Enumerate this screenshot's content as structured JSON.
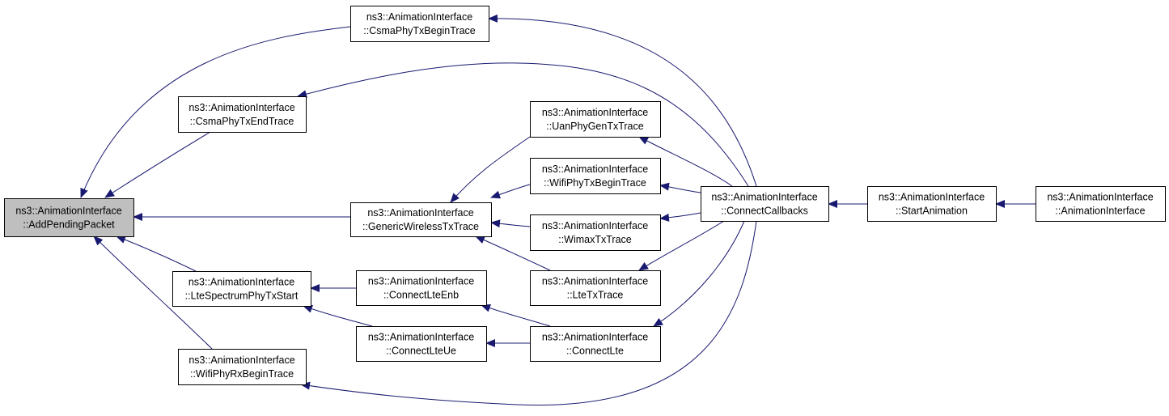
{
  "nodes": [
    {
      "id": "add",
      "line1": "ns3::AnimationInterface",
      "line2": "::AddPendingPacket",
      "root": true
    },
    {
      "id": "csmabegin",
      "line1": "ns3::AnimationInterface",
      "line2": "::CsmaPhyTxBeginTrace"
    },
    {
      "id": "csmaend",
      "line1": "ns3::AnimationInterface",
      "line2": "::CsmaPhyTxEndTrace"
    },
    {
      "id": "generic",
      "line1": "ns3::AnimationInterface",
      "line2": "::GenericWirelessTxTrace"
    },
    {
      "id": "ltespec",
      "line1": "ns3::AnimationInterface",
      "line2": "::LteSpectrumPhyTxStart"
    },
    {
      "id": "wifirx",
      "line1": "ns3::AnimationInterface",
      "line2": "::WifiPhyRxBeginTrace"
    },
    {
      "id": "uan",
      "line1": "ns3::AnimationInterface",
      "line2": "::UanPhyGenTxTrace"
    },
    {
      "id": "wifitx",
      "line1": "ns3::AnimationInterface",
      "line2": "::WifiPhyTxBeginTrace"
    },
    {
      "id": "wimax",
      "line1": "ns3::AnimationInterface",
      "line2": "::WimaxTxTrace"
    },
    {
      "id": "ltetx",
      "line1": "ns3::AnimationInterface",
      "line2": "::LteTxTrace"
    },
    {
      "id": "enb",
      "line1": "ns3::AnimationInterface",
      "line2": "::ConnectLteEnb"
    },
    {
      "id": "ue",
      "line1": "ns3::AnimationInterface",
      "line2": "::ConnectLteUe"
    },
    {
      "id": "lte",
      "line1": "ns3::AnimationInterface",
      "line2": "::ConnectLte"
    },
    {
      "id": "cb",
      "line1": "ns3::AnimationInterface",
      "line2": "::ConnectCallbacks"
    },
    {
      "id": "start",
      "line1": "ns3::AnimationInterface",
      "line2": "::StartAnimation"
    },
    {
      "id": "ctor",
      "line1": "ns3::AnimationInterface",
      "line2": "::AnimationInterface"
    }
  ],
  "edges": [
    {
      "from": "csmabegin",
      "to": "add"
    },
    {
      "from": "csmaend",
      "to": "add"
    },
    {
      "from": "generic",
      "to": "add"
    },
    {
      "from": "ltespec",
      "to": "add"
    },
    {
      "from": "wifirx",
      "to": "add"
    },
    {
      "from": "uan",
      "to": "generic"
    },
    {
      "from": "wifitx",
      "to": "generic"
    },
    {
      "from": "wimax",
      "to": "generic"
    },
    {
      "from": "ltetx",
      "to": "generic"
    },
    {
      "from": "enb",
      "to": "ltespec"
    },
    {
      "from": "ue",
      "to": "ltespec"
    },
    {
      "from": "lte",
      "to": "enb"
    },
    {
      "from": "lte",
      "to": "ue"
    },
    {
      "from": "cb",
      "to": "csmabegin"
    },
    {
      "from": "cb",
      "to": "csmaend"
    },
    {
      "from": "cb",
      "to": "uan"
    },
    {
      "from": "cb",
      "to": "wifitx"
    },
    {
      "from": "cb",
      "to": "wimax"
    },
    {
      "from": "cb",
      "to": "ltetx"
    },
    {
      "from": "cb",
      "to": "lte"
    },
    {
      "from": "cb",
      "to": "wifirx"
    },
    {
      "from": "start",
      "to": "cb"
    },
    {
      "from": "ctor",
      "to": "start"
    }
  ],
  "colors": {
    "edge": "#191970",
    "root_fill": "#bfbfbf",
    "node_fill": "#ffffff",
    "node_border": "#000000"
  }
}
